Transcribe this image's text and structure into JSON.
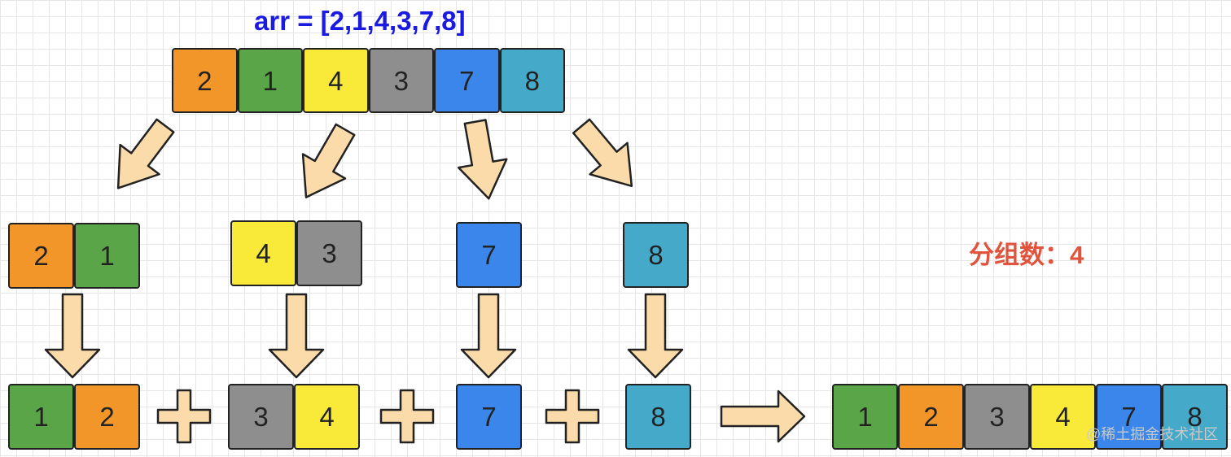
{
  "diagram": {
    "title": "arr = [2,1,4,3,7,8]",
    "group_count_label": "分组数：4",
    "watermark": "@稀土掘金技术社区",
    "colors": {
      "orange": "#f2962a",
      "green": "#5aa547",
      "yellow": "#f9ea3a",
      "gray": "#8e8e8e",
      "blue": "#3b86ea",
      "teal": "#45aac9",
      "arrow_fill": "#fbdba9",
      "title_color": "#1a1ae0",
      "label_color": "#e0533d"
    },
    "original_array": [
      {
        "value": "2",
        "color": "orange"
      },
      {
        "value": "1",
        "color": "green"
      },
      {
        "value": "4",
        "color": "yellow"
      },
      {
        "value": "3",
        "color": "gray"
      },
      {
        "value": "7",
        "color": "blue"
      },
      {
        "value": "8",
        "color": "teal"
      }
    ],
    "buckets_unsorted": [
      [
        {
          "value": "2",
          "color": "orange"
        },
        {
          "value": "1",
          "color": "green"
        }
      ],
      [
        {
          "value": "4",
          "color": "yellow"
        },
        {
          "value": "3",
          "color": "gray"
        }
      ],
      [
        {
          "value": "7",
          "color": "blue"
        }
      ],
      [
        {
          "value": "8",
          "color": "teal"
        }
      ]
    ],
    "buckets_sorted": [
      [
        {
          "value": "1",
          "color": "green"
        },
        {
          "value": "2",
          "color": "orange"
        }
      ],
      [
        {
          "value": "3",
          "color": "gray"
        },
        {
          "value": "4",
          "color": "yellow"
        }
      ],
      [
        {
          "value": "7",
          "color": "blue"
        }
      ],
      [
        {
          "value": "8",
          "color": "teal"
        }
      ]
    ],
    "result_array": [
      {
        "value": "1",
        "color": "green"
      },
      {
        "value": "2",
        "color": "orange"
      },
      {
        "value": "3",
        "color": "gray"
      },
      {
        "value": "4",
        "color": "yellow"
      },
      {
        "value": "7",
        "color": "blue"
      },
      {
        "value": "8",
        "color": "teal"
      }
    ]
  }
}
